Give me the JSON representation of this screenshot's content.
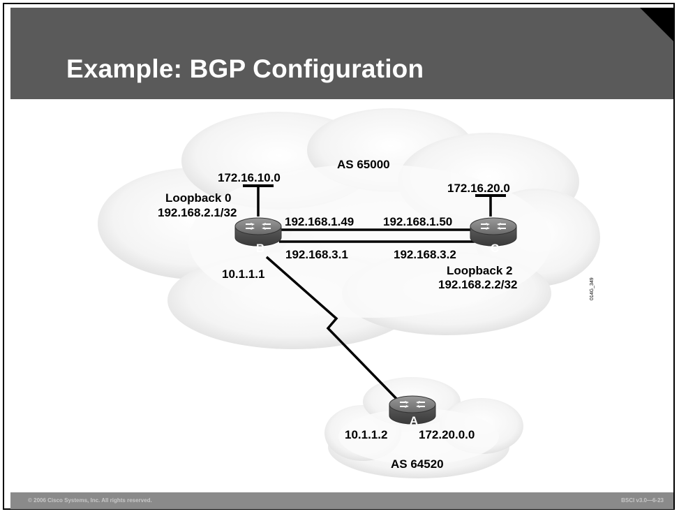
{
  "slide": {
    "title": "Example: BGP Configuration",
    "footer_left": "© 2006 Cisco Systems, Inc. All rights reserved.",
    "footer_right": "BSCI v3.0—6-23",
    "figure_id": "014G_349"
  },
  "colors": {
    "title_bar": "#5a5a5a",
    "footer_bar": "#8a8a8a",
    "router_body": "#6e6e6e"
  },
  "diagram": {
    "clouds": {
      "main": "AS 65000",
      "small": "AS 64520"
    },
    "routers": {
      "b": {
        "label": "B",
        "icon": "router-icon"
      },
      "c": {
        "label": "C",
        "icon": "router-icon"
      },
      "a": {
        "label": "A",
        "icon": "router-icon"
      }
    },
    "labels": {
      "b_network": "172.16.10.0",
      "b_loopback_name": "Loopback 0",
      "b_loopback_ip": "192.168.2.1/32",
      "link1_b": "192.168.1.49",
      "link1_c": "192.168.1.50",
      "link2_b": "192.168.3.1",
      "link2_c": "192.168.3.2",
      "c_network": "172.16.20.0",
      "c_loopback_name": "Loopback 2",
      "c_loopback_ip": "192.168.2.2/32",
      "b_serial": "10.1.1.1",
      "a_serial": "10.1.1.2",
      "a_network": "172.20.0.0"
    }
  }
}
